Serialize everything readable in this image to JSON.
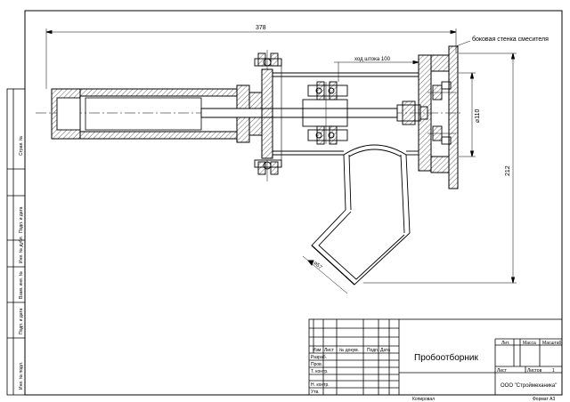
{
  "drawing": {
    "dimensions": {
      "overall_length": "378",
      "stroke": "ход штока 100",
      "height": "212",
      "diameter_main": "⌀110",
      "diameter_outlet": "⌀57"
    },
    "callout_label": "боковая стенка смесителя"
  },
  "left_strip": {
    "labels": [
      "Страв. №",
      "Подп. и дата",
      "Инв. № дубл.",
      "Взам. инв. №",
      "Подп. и дата",
      "Инв. № подл."
    ]
  },
  "title_block": {
    "title": "Пробоотборник",
    "company": "ООО \"Строймеханика\"",
    "columns": [
      "Изм",
      "Лист",
      "№ докум.",
      "Подп.",
      "Дата"
    ],
    "roles": [
      "Разраб.",
      "Пров.",
      "Т. контр.",
      "",
      "Н. контр.",
      "Утв."
    ],
    "stage_headers": [
      "Лит.",
      "Масса",
      "Масштаб"
    ],
    "sheet_label": "Лист",
    "sheets_label": "Листов",
    "sheets_value": "1"
  },
  "footer": {
    "copied": "Копировал",
    "format": "Формат A3"
  }
}
